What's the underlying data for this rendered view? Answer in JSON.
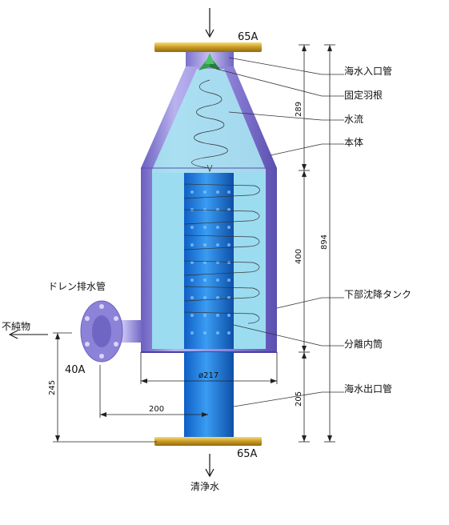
{
  "labels": {
    "inlet_size": "65A",
    "outlet_size": "65A",
    "drain_size": "40A",
    "drain_pipe": "ドレン排水管",
    "impurities": "不純物",
    "clean_water": "清浄水",
    "seawater_inlet": "海水入口管",
    "fixed_vane": "固定羽根",
    "water_flow": "水流",
    "body": "本体",
    "lower_tank": "下部沈降タンク",
    "separator_tube": "分離内筒",
    "seawater_outlet": "海水出口管"
  },
  "dimensions": {
    "upper_height": "289",
    "tank_height": "400",
    "total_height": "894",
    "outlet_height": "205",
    "drain_height": "245",
    "diameter": "ø217",
    "drain_offset": "200"
  },
  "colors": {
    "flange": "#d8b43a",
    "body": "#8c82d8",
    "inner_tube": "#1e78e0",
    "tank_fill": "#a9e4f2",
    "vane": "#2ea04a"
  }
}
